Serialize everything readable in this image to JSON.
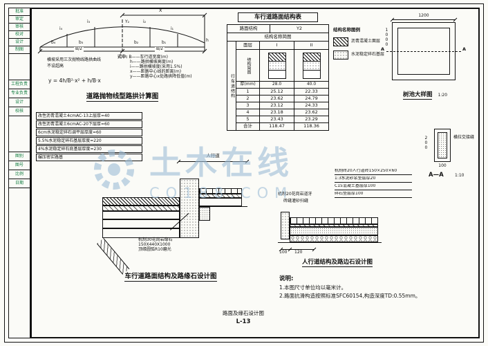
{
  "sheet": {
    "bottom_label": "路面及缘石设计图",
    "sheet_no": "L-13"
  },
  "titleblock": {
    "group_a": [
      "批准",
      "审定",
      "审核",
      "校对",
      "设计",
      "制图"
    ],
    "group_b": [
      "工程负责",
      "专业负责",
      "设计",
      "校核"
    ],
    "group_c": [
      "图别",
      "图号",
      "比例",
      "日期"
    ]
  },
  "watermark": {
    "name": "土木在线",
    "domain": "CO188.COM"
  },
  "parabola": {
    "title": "道路抛物线型路拱计算图",
    "dim_x": "X",
    "dim_y": "Y₂",
    "arc_labels": [
      "i₄",
      "i₃",
      "i₂",
      "i₁"
    ],
    "base_labels": [
      "b₄",
      "b₃",
      "b₂",
      "b₁"
    ],
    "height_label": "h",
    "half_left": "B/2",
    "half_right": "B/2",
    "note1": "横坡采用三次抛物线路拱曲线",
    "note2": "不设超高",
    "legend_intro": "式中:",
    "legend": [
      "B——车行道宽度(m)",
      "h——路拱横坡高度(m)",
      "i——路拱横坡度(采用1.5%)",
      "x——距路中心线的距离(m)",
      "y——距路中心x处路拱降低值(m)"
    ],
    "formula": "y = 4h/B²·x² + h/B·x"
  },
  "pavement_table": {
    "title": "车行道路面结构表",
    "header_left": "路面结构",
    "header_right": "Y2",
    "subheader": "结构名称简图",
    "side_label": "行车道结构",
    "col_label": "面层",
    "col1": "I",
    "col2": "II",
    "diagram_label": "结构简图",
    "thickness_label": "厚(mm)",
    "thickness1": "28.0",
    "thickness2": "40.0",
    "rows": [
      {
        "no": "1",
        "v1": "25.12",
        "v2": "22.33"
      },
      {
        "no": "2",
        "v1": "23.62",
        "v2": "24.79"
      },
      {
        "no": "3",
        "v1": "23.12",
        "v2": "24.33"
      },
      {
        "no": "4",
        "v1": "23.18",
        "v2": "23.62"
      },
      {
        "no": "5",
        "v1": "23.43",
        "v2": "23.29"
      },
      {
        "no": "合计",
        "v1": "118.47",
        "v2": "118.36"
      }
    ]
  },
  "hatch_legend": {
    "title": "结构名称图例",
    "items": [
      {
        "label": "沥青混凝土面层"
      },
      {
        "label": "水泥稳定碎石基层"
      }
    ]
  },
  "tree_pit": {
    "title": "树池大样图",
    "scale": "1:20",
    "dim_top": "1200",
    "dim_side": "1000",
    "marker_left": "A",
    "marker_right": "A"
  },
  "aa_detail": {
    "label": "A—A",
    "scale": "1:10",
    "dim_side": "200",
    "dim_bottom": "100",
    "note": "横拉交接缝"
  },
  "layer_notes": [
    "改性沥青混凝土4cmAC-13上层厚=40",
    "改性沥青混凝土6cmAC-20下层厚=60",
    "6cm水泥稳定碎石调平层厚度=60",
    "5.5%水泥稳定碎石基层厚度=220",
    "4%水泥稳定碎石底基层厚度=230",
    "碾压密实路基"
  ],
  "main_section": {
    "title": "车行道路面结构及路缘石设计图",
    "sidewalk_label": "人行道",
    "curb_note1": "机制30花岗岩缘石",
    "curb_note2": "150X440X1000",
    "curb_note3": "顶缘圆弧R10磨光"
  },
  "sidewalk_section": {
    "title": "人行道结构及路边石设计图",
    "note_top1": "机制20花岗岩道牙",
    "note_top2": "砖缝灌砂扫缝",
    "notes": [
      "机制砖20人行道砖150×250×60",
      "1:3水泥砂浆垫层厚20",
      "C15混凝土基层厚100",
      "碎石垫层厚100"
    ],
    "dim1": "100",
    "dim2": "120"
  },
  "notes": {
    "title": "说明:",
    "items": [
      "1.本图尺寸单位均以毫米计。",
      "2.路面抗滑构造按照标准SFC60154,构造深度TD:0.55mm。"
    ]
  }
}
